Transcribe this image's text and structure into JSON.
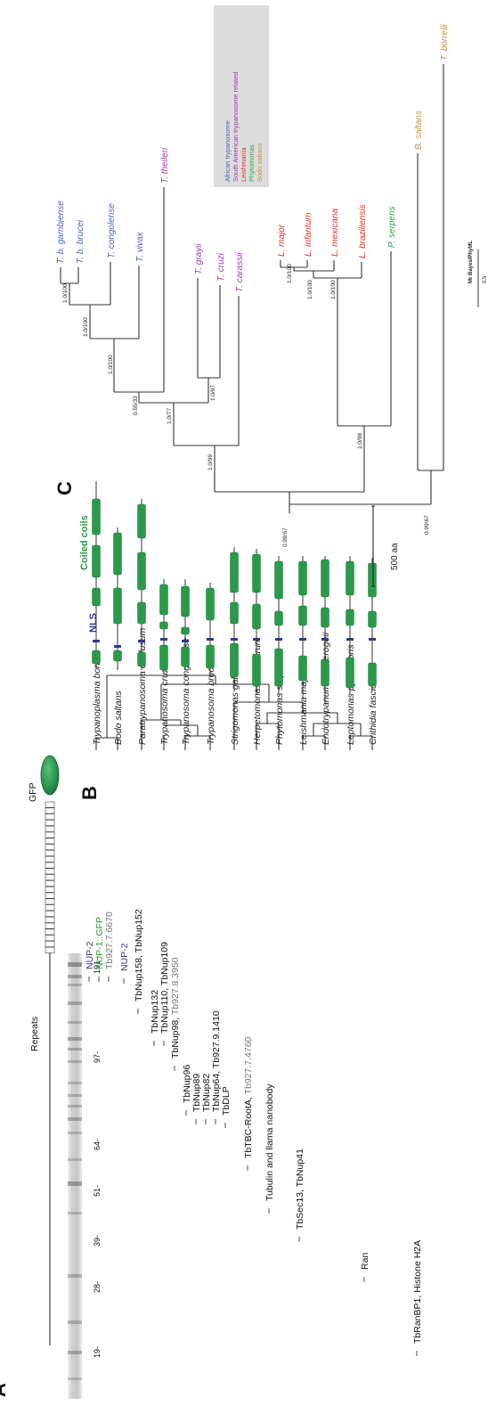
{
  "panels": {
    "a": "A",
    "b": "B",
    "c": "C"
  },
  "panel_a": {
    "construct": {
      "repeats_label": "Repeats",
      "gfp_label": "GFP"
    },
    "mw_markers": [
      "191-",
      "97-",
      "64-",
      "51-",
      "39-",
      "28-",
      "19-"
    ],
    "bands": [
      {
        "text": "NUP-2"
      },
      {
        "text": "NUP-1::GFP"
      },
      {
        "text": "Tb927.7.6670"
      },
      {
        "text": "NUP-2"
      },
      {
        "text": "TbNup158, TbNup152"
      },
      {
        "text": "TbNup132"
      },
      {
        "text": "TbNup110, TbNup109"
      },
      {
        "prefix": "TbNup98, ",
        "suffix": "Tb927.8.3950"
      },
      {
        "text": "TbNup96"
      },
      {
        "text": "TbNup89"
      },
      {
        "text": "TbNup82"
      },
      {
        "text": "TbNup64, Tb927.9.1410"
      },
      {
        "text": "TbDLP"
      },
      {
        "prefix": "TbTBC-RootA, ",
        "suffix": "Tb927.7.4760"
      },
      {
        "text": "Tubulin and llama nanobody"
      },
      {
        "text": "TbSec13, TbNup41"
      },
      {
        "text": "Ran"
      },
      {
        "text": "TbRanBP1, Histone H2A"
      }
    ]
  },
  "panel_b": {
    "nls_label": "NLS",
    "coiled_label": "Coiled coils",
    "scale_label": "500 aa",
    "species": [
      "Trypanoplasma borreli",
      "Bodo saltans",
      "Paratrypanosoma confusum",
      "Trypanosoma cruzi",
      "Trypanosoma congolense",
      "Trypanosoma brucei",
      "Strigomonas galati",
      "Herpetomonas muscarum",
      "Phytomonas serpens",
      "Leishmania major",
      "Endotrypanum monterogeii",
      "Leptomonas pyrrhocoris",
      "Crithidia fasciculata"
    ]
  },
  "panel_c": {
    "legend": [
      {
        "label": "African trypanosome",
        "color": "#4a63b8"
      },
      {
        "label": "South American trypanosome related",
        "color": "#9a3ab0"
      },
      {
        "label": "Leishmania",
        "color": "#e0302a"
      },
      {
        "label": "Phytomonas",
        "color": "#2ea84a"
      },
      {
        "label": "Bodo saltans",
        "color": "#c8913e"
      }
    ],
    "taxa": {
      "gamb": {
        "text": "T. b. gambiense",
        "color": "#4a63b8"
      },
      "bruc": {
        "text": "T. b. brucei",
        "color": "#4a63b8"
      },
      "cong": {
        "text": "T. congolense",
        "color": "#4a63b8"
      },
      "viva": {
        "text": "T. vivax",
        "color": "#4a63b8"
      },
      "theil": {
        "text": "T. theileri",
        "color": "#9a3ab0"
      },
      "gray": {
        "text": "T. grayii",
        "color": "#9a3ab0"
      },
      "cruz": {
        "text": "T. cruzi",
        "color": "#9a3ab0"
      },
      "cara": {
        "text": "T. carassii",
        "color": "#9a3ab0"
      },
      "major": {
        "text": "L. major",
        "color": "#e0302a"
      },
      "infa": {
        "text": "L. infantum",
        "color": "#e0302a"
      },
      "mexi": {
        "text": "L. mexicana",
        "color": "#e0302a"
      },
      "braz": {
        "text": "L. braziliensis",
        "color": "#e0302a"
      },
      "pser": {
        "text": "P. serpens",
        "color": "#2ea84a"
      },
      "bsal": {
        "text": "B. saltans",
        "color": "#c8913e"
      },
      "tbor": {
        "text": "T. borrelli",
        "color": "#c8913e"
      }
    },
    "supports": {
      "s_gb": "1.0/100",
      "s_gc": "1.0/100",
      "s_gv": "1.0/100",
      "s_gt": "0.55/33",
      "s_sa": "1.0/77",
      "s_gcz": "1.0/97",
      "s_tr": "1.0/99",
      "s_lmi": "1.0/100",
      "s_lmx": "1.0/100",
      "s_lbr": "1.0/100",
      "s_lp": "1.0/98",
      "s_kin": "0.99/67",
      "s_bod": "0.99/67"
    },
    "scale_method": "Mr Bayes/PhyML",
    "scale_value": "0.5"
  }
}
